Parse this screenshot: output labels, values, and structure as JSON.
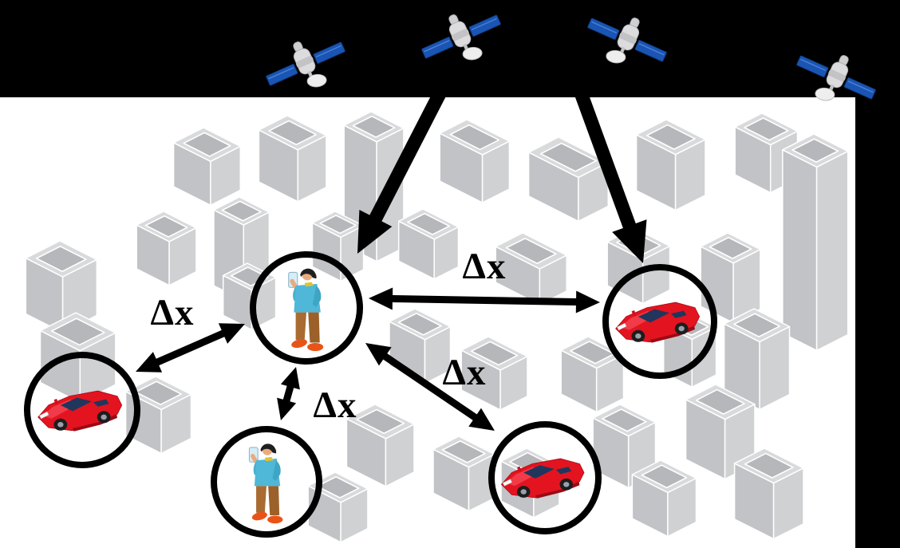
{
  "scene": {
    "background_color": "#ffffff",
    "sky_band_color": "#000000",
    "side_band_color": "#000000",
    "city_color": "#c9cacc"
  },
  "satellites": [
    {
      "icon": "gnss-satellite"
    },
    {
      "icon": "gnss-satellite"
    },
    {
      "icon": "gnss-satellite"
    },
    {
      "icon": "gnss-satellite"
    }
  ],
  "agents": [
    {
      "id": "car-left",
      "icon": "red-car"
    },
    {
      "id": "pedestrian-center",
      "icon": "pedestrian-with-phone"
    },
    {
      "id": "car-right",
      "icon": "red-car"
    },
    {
      "id": "car-bottom",
      "icon": "red-car"
    },
    {
      "id": "pedestrian-bottom",
      "icon": "pedestrian-with-phone"
    }
  ],
  "measurements": [
    {
      "label": "Δx",
      "between": [
        "car-left",
        "pedestrian-center"
      ]
    },
    {
      "label": "Δx",
      "between": [
        "pedestrian-center",
        "car-right"
      ]
    },
    {
      "label": "Δx",
      "between": [
        "pedestrian-center",
        "car-bottom"
      ]
    },
    {
      "label": "Δx",
      "between": [
        "pedestrian-center",
        "pedestrian-bottom"
      ]
    }
  ],
  "colors": {
    "satellite_panel": "#1a55b4",
    "satellite_body": "#dcdcde",
    "car_body": "#e31420",
    "car_window": "#20365c",
    "pedestrian_jacket": "#4fb7d7",
    "pedestrian_pants": "#a96b32",
    "pedestrian_shoes": "#e85418",
    "arrow": "#000000",
    "building_wall": "#cfd1d3",
    "building_interior": "#b6b7ba"
  }
}
